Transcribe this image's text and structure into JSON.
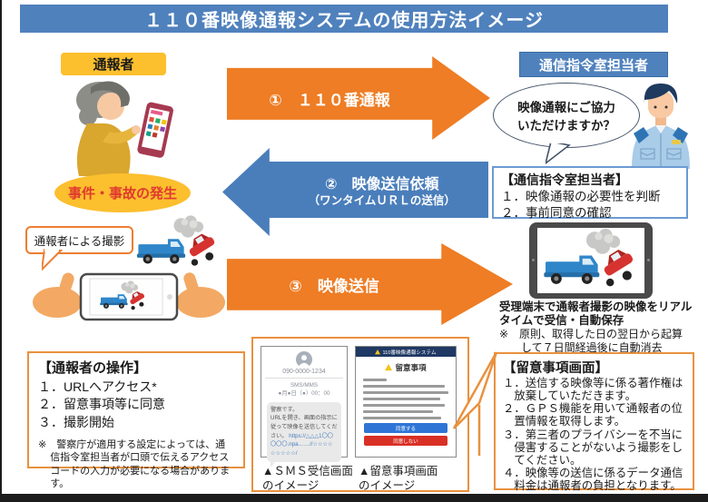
{
  "title": "１１０番映像通報システムの使用方法イメージ",
  "reporter": {
    "label": "通報者",
    "incident": "事件・事故の発生",
    "filming_bubble": "通報者による撮影"
  },
  "dispatcher": {
    "label": "通信指令室担当者",
    "bubble": "映像通報にご協力\nいただけますか？",
    "box_title": "【通信指令室担当者】",
    "box_items": [
      "１．映像通報の必要性を判断",
      "２．事前同意の確認"
    ]
  },
  "arrows": {
    "step1": "①　１１０番通報",
    "step2": "②　映像送信依頼",
    "step2_sub": "（ワンタイムＵＲＬの送信）",
    "step3": "③　映像送信"
  },
  "receiving": {
    "text": "受理端末で通報者撮影の映像をリアルタイムで受信・自動保存",
    "note": "※　原則、取得した日の翌日から起算して７日間経過後に自動消去"
  },
  "reporter_ops": {
    "title": "【通報者の操作】",
    "items": [
      "１．URLへアクセス*",
      "２．留意事項等に同意",
      "３．撮影開始"
    ],
    "note": "※　警察庁が適用する設定によっては、通信指令室担当者が口頭で伝えるアクセスコードの入力が必要になる場合があります。"
  },
  "sms_screen": {
    "number": "090-0000-1234",
    "channel": "SMS/MMS",
    "datetime": "●月●日（●）00：00",
    "message": "警察です。\nURLを開き、画面の指示に従って映像を送信してください。",
    "url": "https://△△△1〇〇〇〇〇.npa……//☆☆☆☆☆☆☆☆☆/",
    "caption": "▲ＳＭＳ受信画面\n のイメージ"
  },
  "notice_screen": {
    "header": "110番映像通報システム",
    "heading": "留意事項",
    "agree": "同意する",
    "disagree": "同意しない",
    "caption": "▲留意事項画面\n のイメージ"
  },
  "notice_box": {
    "title": "【留意事項画面】",
    "items": [
      "１．送信する映像等に係る著作権は放棄していただきます。",
      "２．ＧＰＳ機能を用いて通報者の位置情報を取得します。",
      "３．第三者のプライバシーを不当に侵害することがないよう撮影をしてください。",
      "４．映像等の送信に係るデータ通信料金は通報者の負担となります。"
    ]
  },
  "colors": {
    "title_blue": "#4f81bd",
    "arrow_orange": "#ee7d25",
    "arrow_blue": "#4a7ebb",
    "label_gold": "#fcbf2e",
    "incident_red": "#e03a2f",
    "box_orange": "#e9913e",
    "notice_header_navy": "#1f3864",
    "agree_blue": "#2e75d6",
    "disagree_red": "#d93025"
  }
}
